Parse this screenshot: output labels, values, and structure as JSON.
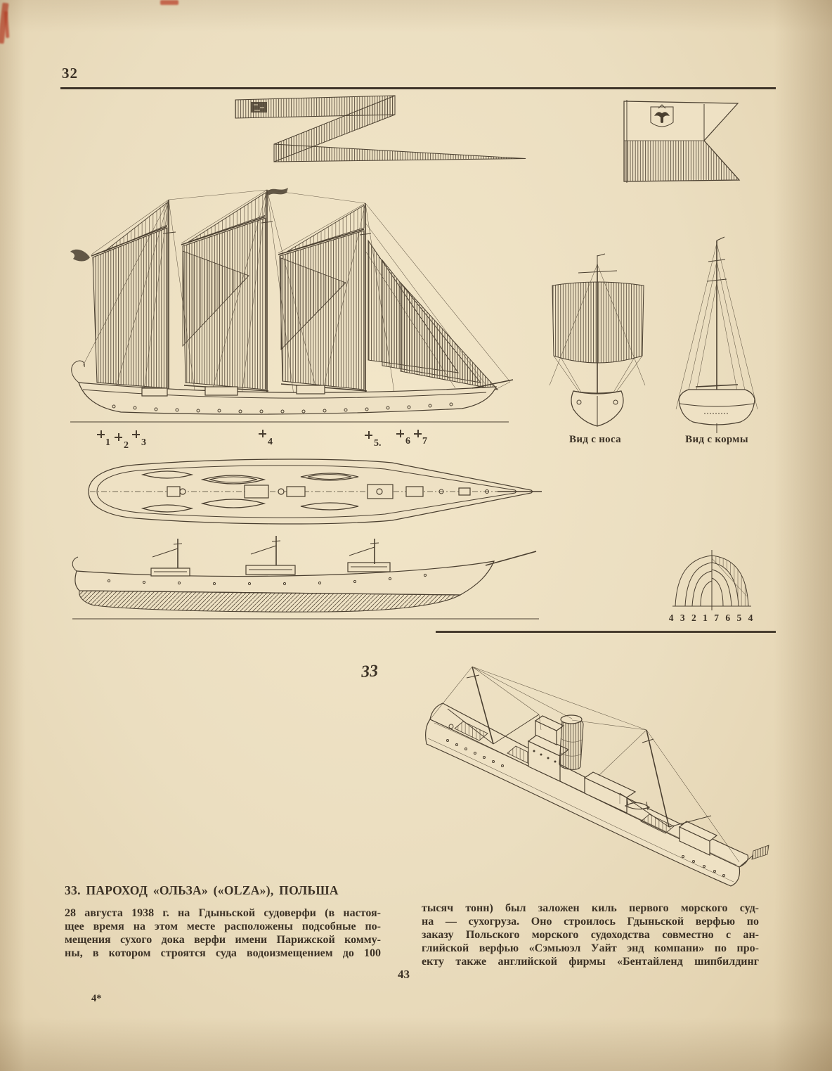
{
  "page": {
    "folio_top": "32",
    "folio_bottom": "43",
    "signature_mark": "4*"
  },
  "figure32": {
    "station_numbers": [
      "1",
      "2",
      "3",
      "4",
      "5.",
      "6",
      "7"
    ],
    "bow_view_label": "Вид с носа",
    "stern_view_label": "Вид с кормы",
    "body_plan_numbers": "4 3 2 1 7 6 5 4"
  },
  "figure33": {
    "label": "33"
  },
  "article": {
    "heading": "33. ПАРОХОД «ОЛЬЗА» («OLZA»), ПОЛЬША",
    "column_left_lines": [
      "28 августа 1938 г. на Гдыньской судоверфи  (в настоя-",
      "щее время на этом месте расположены  подсобные по-",
      "мещения сухого дока верфи имени  Парижской комму-",
      "ны, в котором строятся  суда  водоизмещением до 100"
    ],
    "column_right_lines": [
      "тысяч тонн) был заложен киль первого  морского суд-",
      "на — сухогруза. Оно строилось Гдыньской верфью  по",
      "заказу Польского морского судоходства совместно с ан-",
      "глийской верфью «Сэмьюэл Уайт энд компани» по про-",
      "екту также английской фирмы «Бентайленд шипбилдинг"
    ]
  },
  "colors": {
    "paper": "#ecdfc1",
    "ink": "#473c2e",
    "accent_red": "#c23b27"
  }
}
